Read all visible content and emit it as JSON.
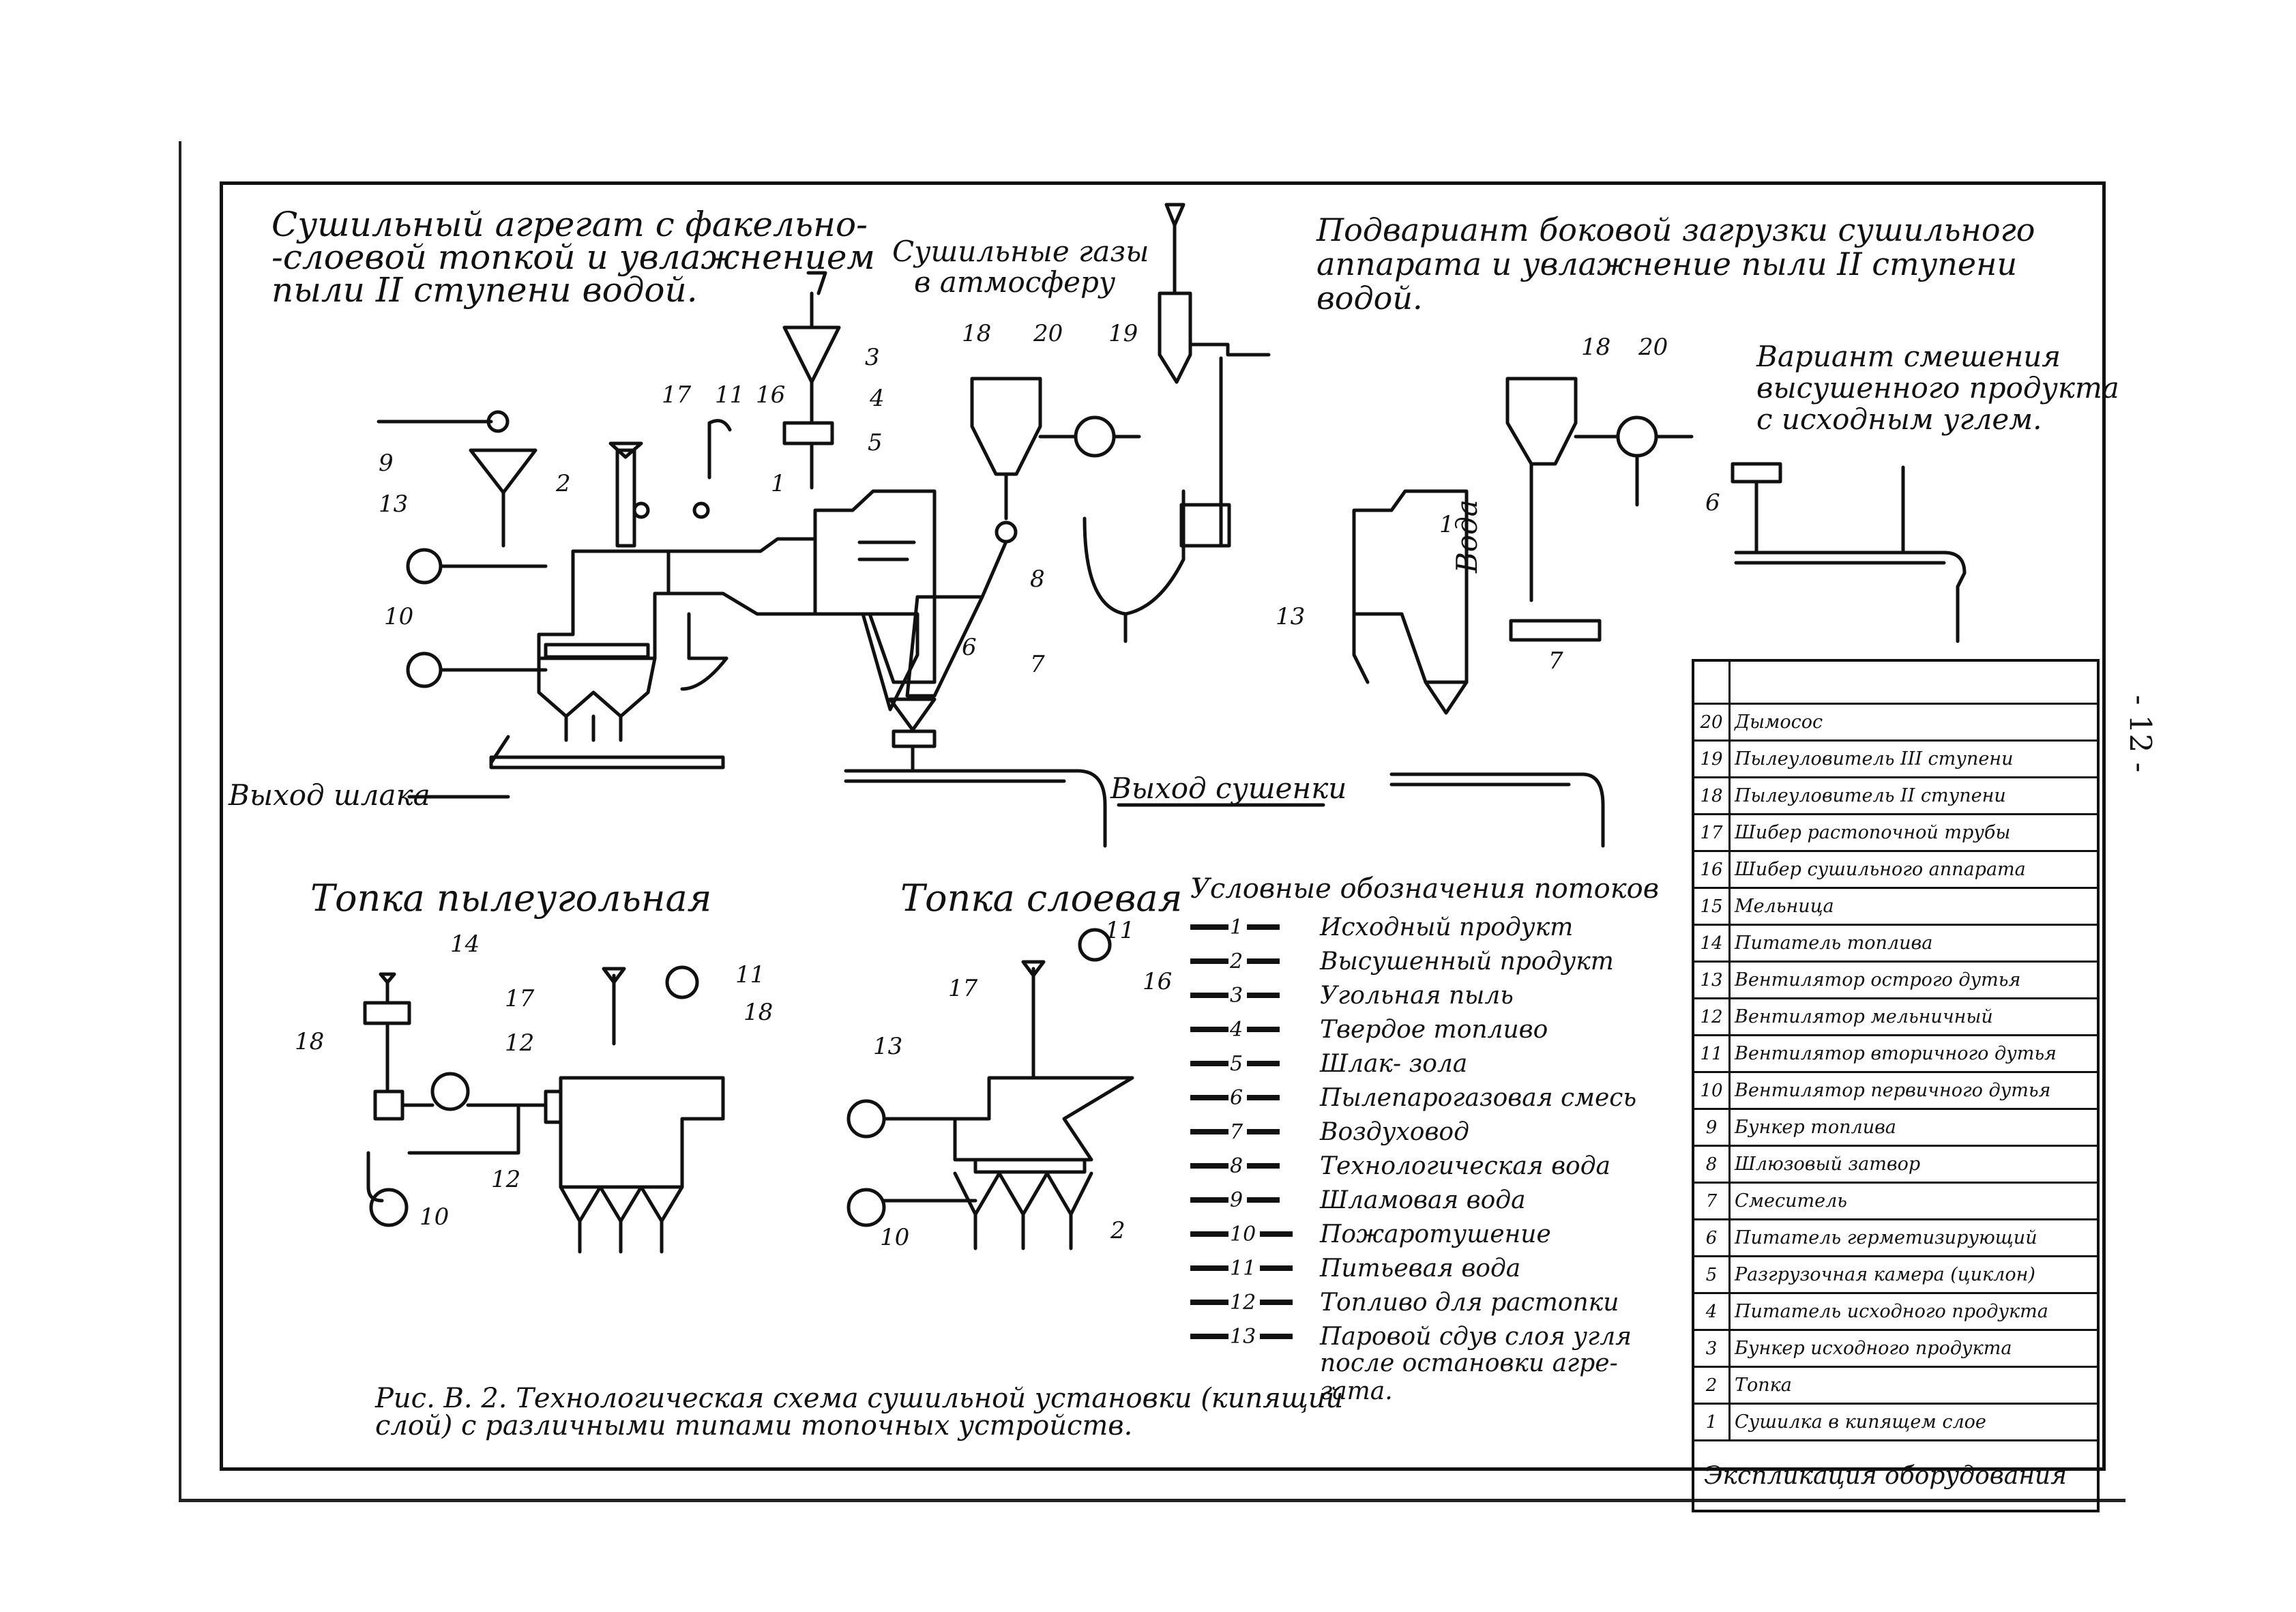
{
  "titles": {
    "main_scheme": [
      "Сушильный агрегат с факельно-",
      "-слоевой топкой и увлажнением",
      "пыли II ступени водой."
    ],
    "subvariant": [
      "Подвариант боковой загрузки сушильного",
      "аппарата и увлажнение пыли II ступени",
      "водой."
    ],
    "mixing_variant": [
      "Вариант смешения",
      "высушенного продукта",
      "с исходным углем."
    ],
    "pulverized_furnace": "Топка пылеугольная",
    "layer_furnace": "Топка слоевая"
  },
  "flow_labels": {
    "drying_gases": "Сушильные газы",
    "to_atmosphere": "в атмосферу",
    "slag_exit": "Выход шлака",
    "dried_exit": "Выход сушенки",
    "water": "Вода"
  },
  "legend": {
    "title": "Условные обозначения потоков",
    "items": [
      {
        "code": "1",
        "text": "Исходный продукт"
      },
      {
        "code": "2",
        "text": "Высушенный продукт"
      },
      {
        "code": "3",
        "text": "Угольная пыль"
      },
      {
        "code": "4",
        "text": "Твердое топливо"
      },
      {
        "code": "5",
        "text": "Шлак- зола"
      },
      {
        "code": "6",
        "text": "Пылепарогазовая смесь"
      },
      {
        "code": "7",
        "text": "Воздуховод"
      },
      {
        "code": "8",
        "text": "Технологическая вода"
      },
      {
        "code": "9",
        "text": "Шламовая вода"
      },
      {
        "code": "10",
        "text": "Пожаротушение"
      },
      {
        "code": "11",
        "text": "Питьевая вода"
      },
      {
        "code": "12",
        "text": "Топливо для растопки"
      },
      {
        "code": "13",
        "text": "Паровой сдув слоя угля"
      }
    ],
    "note": [
      "после остановки агре-",
      "гата."
    ]
  },
  "equipment_table": {
    "rows": [
      {
        "num": "20",
        "name": "Дымосос"
      },
      {
        "num": "19",
        "name": "Пылеуловитель III ступени"
      },
      {
        "num": "18",
        "name": "Пылеуловитель II ступени"
      },
      {
        "num": "17",
        "name": "Шибер растопочной трубы"
      },
      {
        "num": "16",
        "name": "Шибер сушильного аппарата"
      },
      {
        "num": "15",
        "name": "Мельница"
      },
      {
        "num": "14",
        "name": "Питатель топлива"
      },
      {
        "num": "13",
        "name": "Вентилятор острого дутья"
      },
      {
        "num": "12",
        "name": "Вентилятор мельничный"
      },
      {
        "num": "11",
        "name": "Вентилятор вторичного дутья"
      },
      {
        "num": "10",
        "name": "Вентилятор первичного дутья"
      },
      {
        "num": "9",
        "name": "Бункер топлива"
      },
      {
        "num": "8",
        "name": "Шлюзовый затвор"
      },
      {
        "num": "7",
        "name": "Смеситель"
      },
      {
        "num": "6",
        "name": "Питатель герметизирующий"
      },
      {
        "num": "5",
        "name": "Разгрузочная камера (циклон)"
      },
      {
        "num": "4",
        "name": "Питатель исходного продукта"
      },
      {
        "num": "3",
        "name": "Бункер исходного продукта"
      },
      {
        "num": "2",
        "name": "Топка"
      },
      {
        "num": "1",
        "name": "Сушилка в кипящем слое"
      }
    ],
    "footer": "Экспликация оборудования"
  },
  "caption": [
    "Рис. В. 2. Технологическая схема сушильной установки (кипящий",
    "слой) с различными типами топочных устройств."
  ],
  "page_number": "- 12 -"
}
